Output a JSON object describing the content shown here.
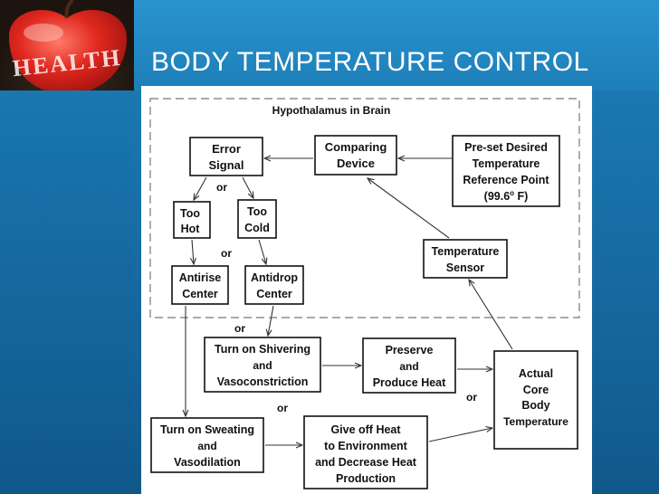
{
  "slide": {
    "title": "BODY TEMPERATURE CONTROL",
    "logo_text": "HEALTH"
  },
  "diagram": {
    "region_label": "Hypothalamus in Brain",
    "nodes": {
      "error_signal": [
        "Error",
        "Signal"
      ],
      "comparing_device": [
        "Comparing",
        "Device"
      ],
      "preset_point": [
        "Pre-set Desired",
        "Temperature",
        "Reference Point",
        "(99.6",
        "o",
        " F)"
      ],
      "too_hot": [
        "Too",
        "Hot"
      ],
      "too_cold": [
        "Too",
        "Cold"
      ],
      "temperature_sensor": [
        "Temperature",
        "Sensor"
      ],
      "antirise_center": [
        "Antirise",
        "Center"
      ],
      "antidrop_center": [
        "Antidrop",
        "Center"
      ],
      "shivering": [
        "Turn on Shivering",
        "and",
        "Vasoconstriction"
      ],
      "preserve_heat": [
        "Preserve",
        "and",
        "Produce Heat"
      ],
      "actual_core": [
        "Actual",
        "Core",
        "Body",
        "Temperature"
      ],
      "sweating": [
        "Turn on Sweating",
        "and",
        "Vasodilation"
      ],
      "give_off_heat": [
        "Give off Heat",
        "to Environment",
        "and Decrease Heat",
        "Production"
      ]
    },
    "or_labels": [
      "or",
      "or",
      "or",
      "or",
      "or"
    ]
  },
  "colors": {
    "background": "#1a77b0",
    "title_text": "#ffffff",
    "diagram_bg": "#ffffff",
    "ink": "#111111"
  }
}
